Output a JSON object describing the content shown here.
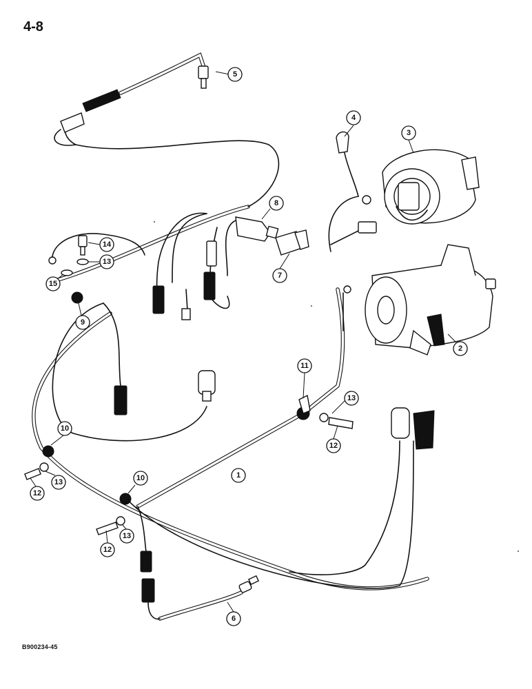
{
  "page": {
    "page_number": "4-8",
    "figure_code": "B900234-45"
  },
  "callouts": {
    "c1": "1",
    "c2": "2",
    "c3": "3",
    "c4": "4",
    "c5": "5",
    "c6": "6",
    "c7": "7",
    "c8": "8",
    "c9": "9",
    "c10a": "10",
    "c10b": "10",
    "c11": "11",
    "c12a": "12",
    "c12b": "12",
    "c12c": "12",
    "c13a": "13",
    "c13b": "13",
    "c13c": "13",
    "c13d": "13",
    "c14": "14",
    "c15": "15"
  }
}
